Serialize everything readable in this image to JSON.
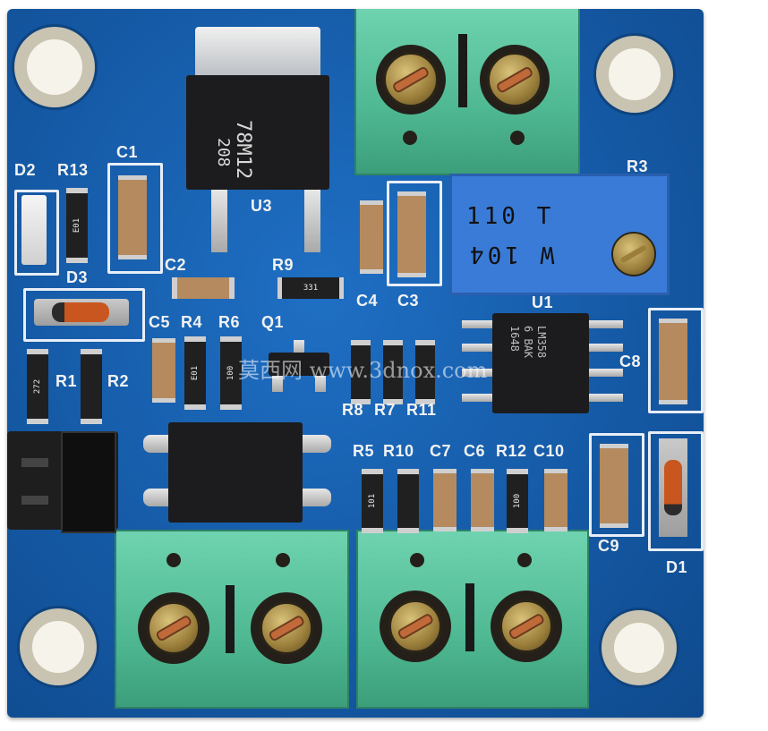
{
  "board": {
    "regulator_marking_lines": [
      "78M12",
      "208"
    ],
    "pot_marking_lines": [
      "110 T",
      "W 104"
    ],
    "ic_marking_lines": [
      "LM358",
      "6 BAK",
      "1648"
    ],
    "labels": {
      "c1": "C1",
      "c2": "C2",
      "c3": "C3",
      "c4": "C4",
      "c5": "C5",
      "c6": "C6",
      "c7": "C7",
      "c8": "C8",
      "c9": "C9",
      "c10": "C10",
      "d1": "D1",
      "d2": "D2",
      "d3": "D3",
      "r1": "R1",
      "r2": "R2",
      "r3": "R3",
      "r4": "R4",
      "r5": "R5",
      "r6": "R6",
      "r7": "R7",
      "r8": "R8",
      "r9": "R9",
      "r10": "R10",
      "r11": "R11",
      "r12": "R12",
      "r13": "R13",
      "q1": "Q1",
      "u1": "U1",
      "u3": "U3"
    },
    "resistor_codes": [
      "E01",
      "331",
      "272",
      "E01",
      "100",
      "101",
      "100"
    ],
    "watermark": "莫西网 www.3dnox.com"
  },
  "colors": {
    "pcb_blue": "#1b64b5",
    "terminal_green": "#5cc7a2",
    "silkscreen": "#f2f2f2"
  }
}
